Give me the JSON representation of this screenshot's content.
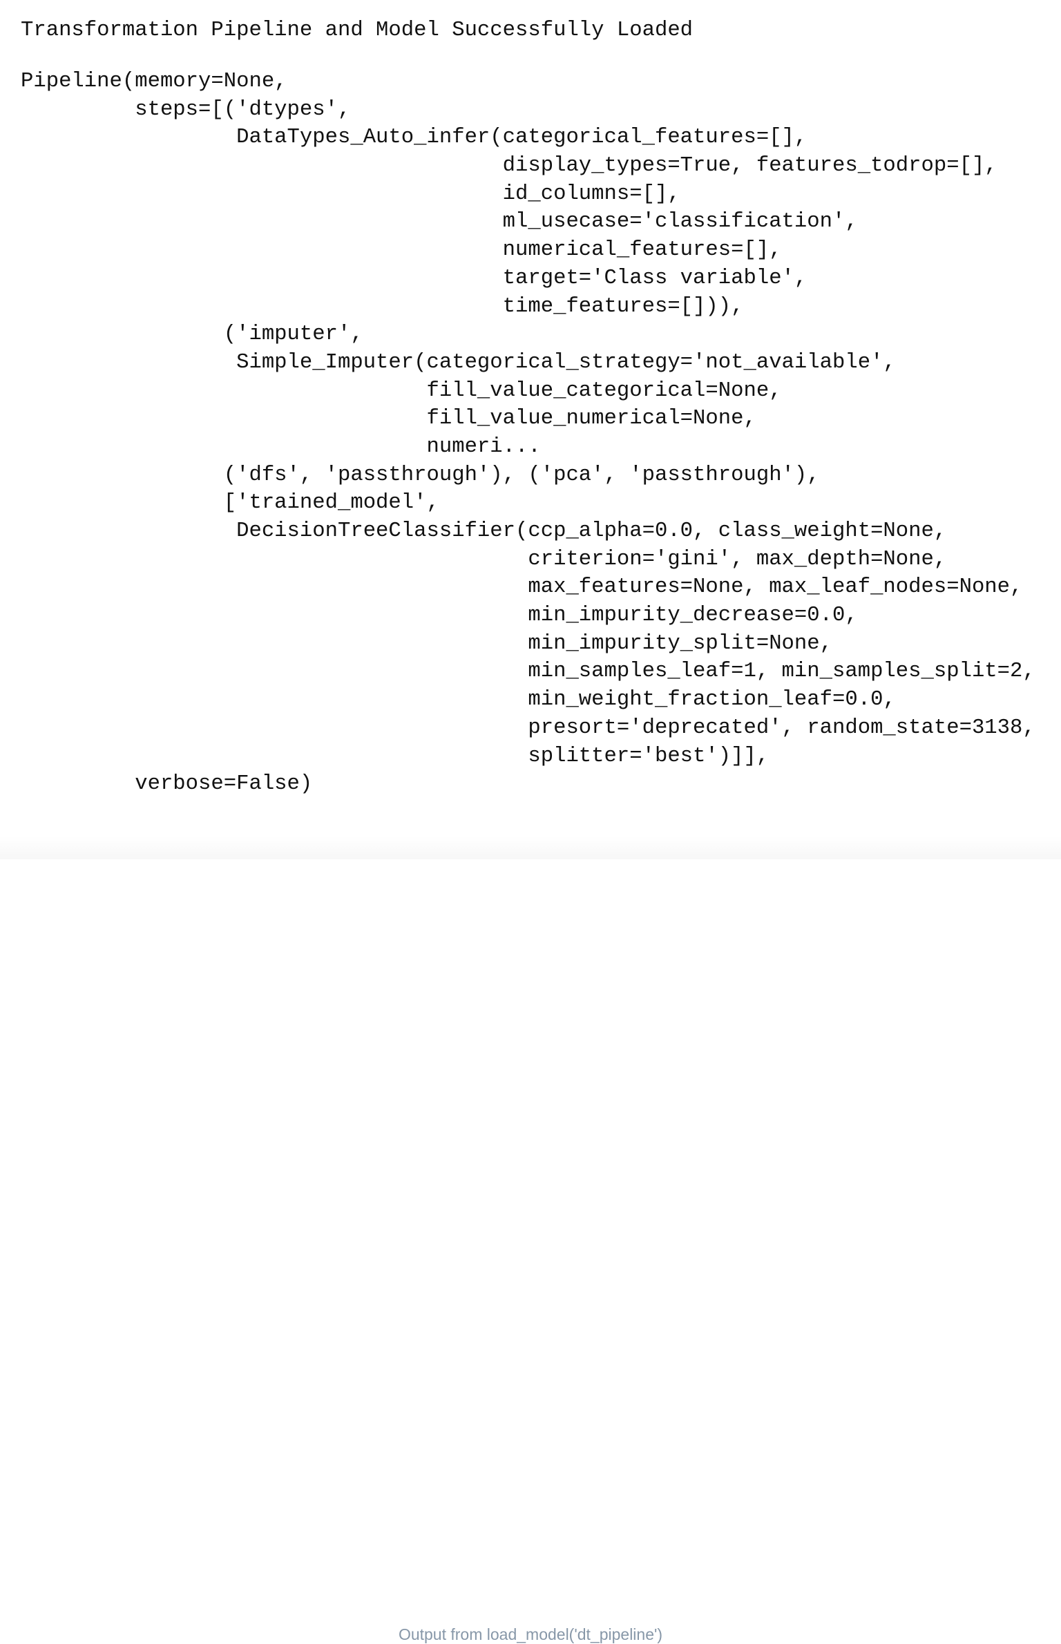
{
  "output": {
    "title": "Transformation Pipeline and Model Successfully Loaded",
    "lines": [
      "Pipeline(memory=None,",
      "         steps=[('dtypes',",
      "                 DataTypes_Auto_infer(categorical_features=[],",
      "                                      display_types=True, features_todrop=[],",
      "                                      id_columns=[],",
      "                                      ml_usecase='classification',",
      "                                      numerical_features=[],",
      "                                      target='Class variable',",
      "                                      time_features=[])),",
      "                ('imputer',",
      "                 Simple_Imputer(categorical_strategy='not_available',",
      "                                fill_value_categorical=None,",
      "                                fill_value_numerical=None,",
      "                                numeri...",
      "                ('dfs', 'passthrough'), ('pca', 'passthrough'),",
      "                ['trained_model',",
      "                 DecisionTreeClassifier(ccp_alpha=0.0, class_weight=None,",
      "                                        criterion='gini', max_depth=None,",
      "                                        max_features=None, max_leaf_nodes=None,",
      "                                        min_impurity_decrease=0.0,",
      "                                        min_impurity_split=None,",
      "                                        min_samples_leaf=1, min_samples_split=2,",
      "                                        min_weight_fraction_leaf=0.0,",
      "                                        presort='deprecated', random_state=3138,",
      "                                        splitter='best')]],",
      "         verbose=False)"
    ]
  },
  "caption": "Output from load_model('dt_pipeline')"
}
